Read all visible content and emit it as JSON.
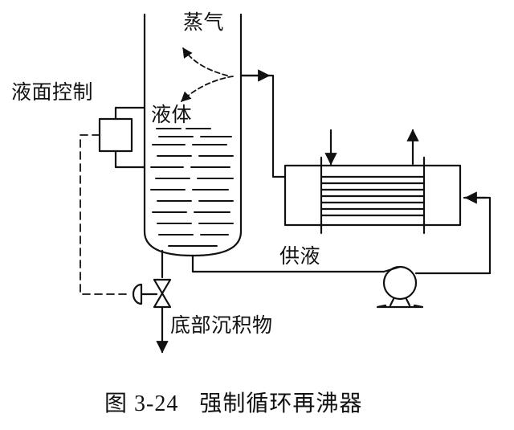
{
  "labels": {
    "steam": "蒸气",
    "level_control": "液面控制",
    "liquid": "液体",
    "supply": "供液",
    "bottom_sediment": "底部沉积物"
  },
  "caption": {
    "prefix": "图",
    "number": "3-24",
    "title": "强制循环再沸器"
  },
  "colors": {
    "ink": "#111111",
    "background": "#ffffff"
  }
}
